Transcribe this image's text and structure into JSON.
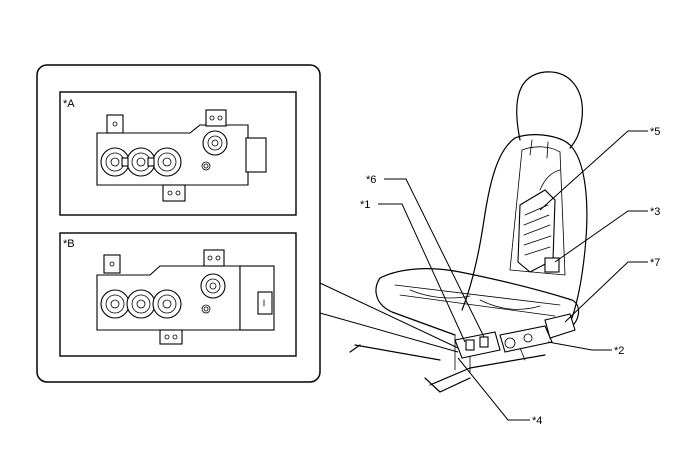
{
  "inset_labels": {
    "a": "*A",
    "b": "*B"
  },
  "callouts": {
    "c1": "*1",
    "c2": "*2",
    "c3": "*3",
    "c4": "*4",
    "c5": "*5",
    "c6": "*6",
    "c7": "*7"
  },
  "colors": {
    "line": "#000000",
    "background": "#ffffff"
  }
}
